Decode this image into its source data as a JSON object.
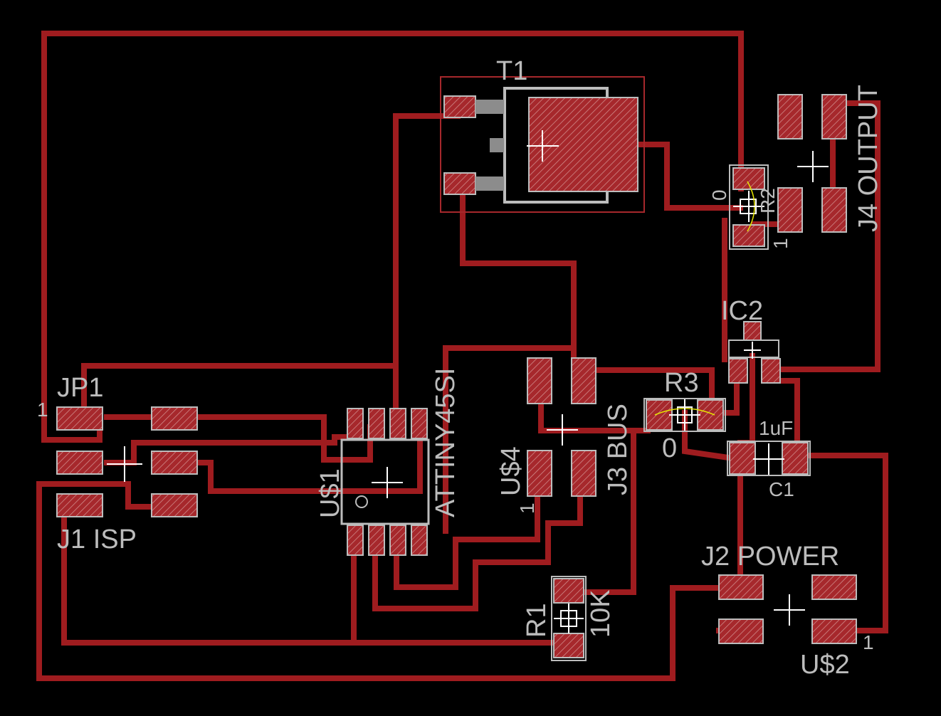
{
  "colors": {
    "background": "#000000",
    "trace": "#9f1c1f",
    "pad": "#a6282c",
    "silk": "#bcbcbc",
    "origin": "#ffffff",
    "highlight": "#e6e600"
  },
  "labels": {
    "t1": "T1",
    "jp1": "JP1",
    "jp1_pin": "1",
    "j1": "J1 ISP",
    "us1": "U$1",
    "attiny": "ATTINY45SI",
    "us4": "U$4",
    "us4_pin": "1",
    "j3": "J3 BUS",
    "r3": "R3",
    "r3_val": "0",
    "ic2": "IC2",
    "c1_val": "1uF",
    "c1": "C1",
    "j4": "J4 OUTPUT",
    "r2_val": "0",
    "r2": "R2",
    "r2_pin": "1",
    "j2": "J2 POWER",
    "us2": "U$2",
    "us2_pin": "1",
    "r1": "R1",
    "r1_val": "10K"
  }
}
